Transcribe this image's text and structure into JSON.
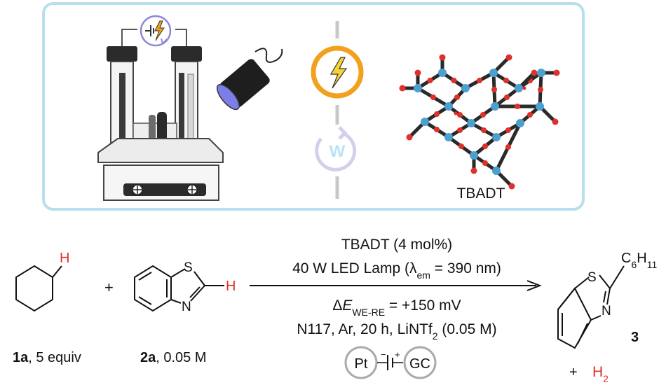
{
  "colors": {
    "panel_border": "#b6e0ee",
    "orange": "#f2a11e",
    "faded_purple": "#d2d0ec",
    "red_atom": "#e0302a",
    "blue_atom": "#4ba0cf",
    "grey_wire": "#999999"
  },
  "icons": [
    "power-supply-icon",
    "lightning-bolt-icon",
    "lamp-icon",
    "recycle-arrow-icon",
    "stir-plate-icon"
  ],
  "panel": {
    "w_label": "W",
    "catalyst_name": "TBADT"
  },
  "reaction": {
    "reagent1": {
      "structure_h": "H",
      "id": "1a",
      "detail": ", 5 equiv"
    },
    "plus": "+",
    "reagent2": {
      "atom_s": "S",
      "atom_n": "N",
      "atom_h": "H",
      "id": "2a",
      "detail": ", 0.05 M"
    },
    "conditions_above": {
      "line1": "TBADT (4 mol%)",
      "line2_prefix": "40 W LED Lamp (λ",
      "line2_sub": "em",
      "line2_suffix": " = 390 nm)"
    },
    "conditions_below": {
      "delta": "Δ",
      "e_symbol": "E",
      "e_sub": "WE-RE",
      "e_value": " = +150 mV",
      "line2_prefix": "N117, Ar, 20 h, LiNTf",
      "line2_sub": "2",
      "line2_suffix": " (0.05 M)"
    },
    "electrodes": {
      "left": "Pt",
      "minus": "−",
      "plus": "+",
      "right": "GC"
    },
    "product": {
      "substituent": "C",
      "substituent_sub": "6",
      "substituent_hsym": "H",
      "substituent_hsub": "11",
      "atom_s": "S",
      "atom_n": "N",
      "id": "3",
      "byproduct_plus": "+",
      "byproduct": "H",
      "byproduct_sub": "2"
    }
  }
}
